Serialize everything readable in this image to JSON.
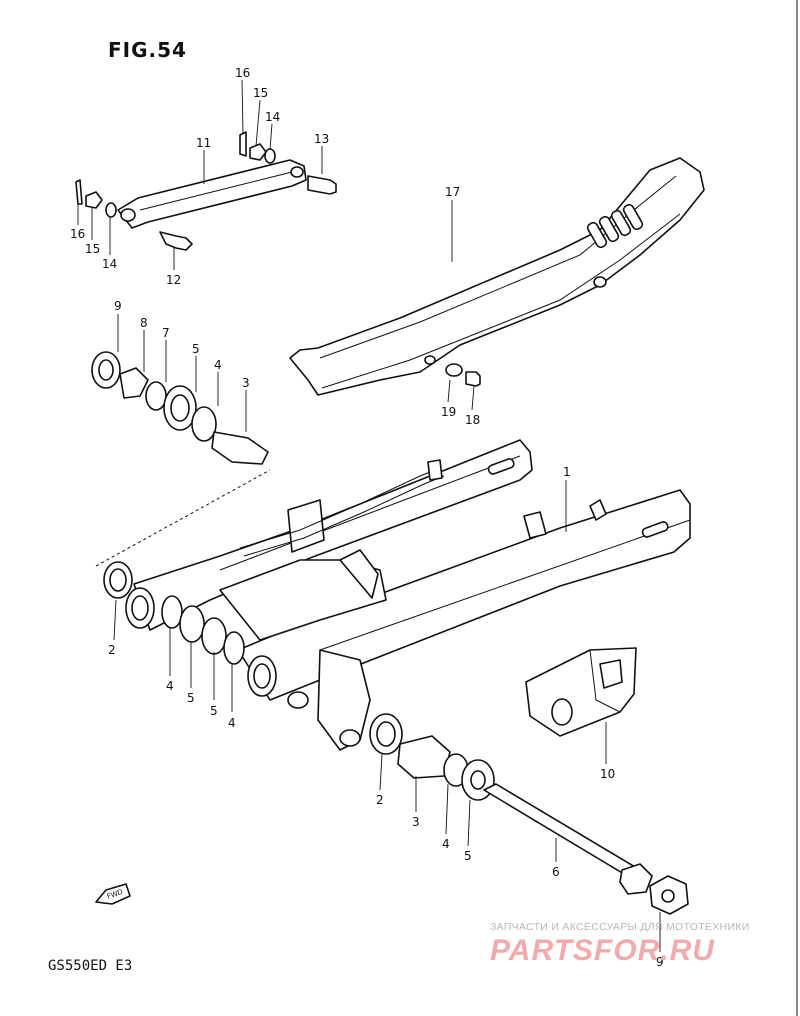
{
  "figure": {
    "title": "FIG.54",
    "model": "GS550ED E3",
    "fwd_label": "FWD"
  },
  "watermark": {
    "tagline": "ЗАПЧАСТИ И АКСЕССУАРЫ ДЛЯ МОТОТЕХНИКИ",
    "logo": "PARTSFOR.RU"
  },
  "callouts": [
    {
      "id": "c16a",
      "text": "16"
    },
    {
      "id": "c15a",
      "text": "15"
    },
    {
      "id": "c14a",
      "text": "14"
    },
    {
      "id": "c13",
      "text": "13"
    },
    {
      "id": "c11",
      "text": "11"
    },
    {
      "id": "c16b",
      "text": "16"
    },
    {
      "id": "c15b",
      "text": "15"
    },
    {
      "id": "c14b",
      "text": "14"
    },
    {
      "id": "c12",
      "text": "12"
    },
    {
      "id": "c17",
      "text": "17"
    },
    {
      "id": "c9a",
      "text": "9"
    },
    {
      "id": "c8",
      "text": "8"
    },
    {
      "id": "c7",
      "text": "7"
    },
    {
      "id": "c5a",
      "text": "5"
    },
    {
      "id": "c4a",
      "text": "4"
    },
    {
      "id": "c3a",
      "text": "3"
    },
    {
      "id": "c19",
      "text": "19"
    },
    {
      "id": "c18",
      "text": "18"
    },
    {
      "id": "c1",
      "text": "1"
    },
    {
      "id": "c2a",
      "text": "2"
    },
    {
      "id": "c4b",
      "text": "4"
    },
    {
      "id": "c5b",
      "text": "5"
    },
    {
      "id": "c5c",
      "text": "5"
    },
    {
      "id": "c4c",
      "text": "4"
    },
    {
      "id": "c10",
      "text": "10"
    },
    {
      "id": "c2b",
      "text": "2"
    },
    {
      "id": "c3b",
      "text": "3"
    },
    {
      "id": "c4d",
      "text": "4"
    },
    {
      "id": "c5d",
      "text": "5"
    },
    {
      "id": "c6",
      "text": "6"
    },
    {
      "id": "c9b",
      "text": "9"
    }
  ]
}
